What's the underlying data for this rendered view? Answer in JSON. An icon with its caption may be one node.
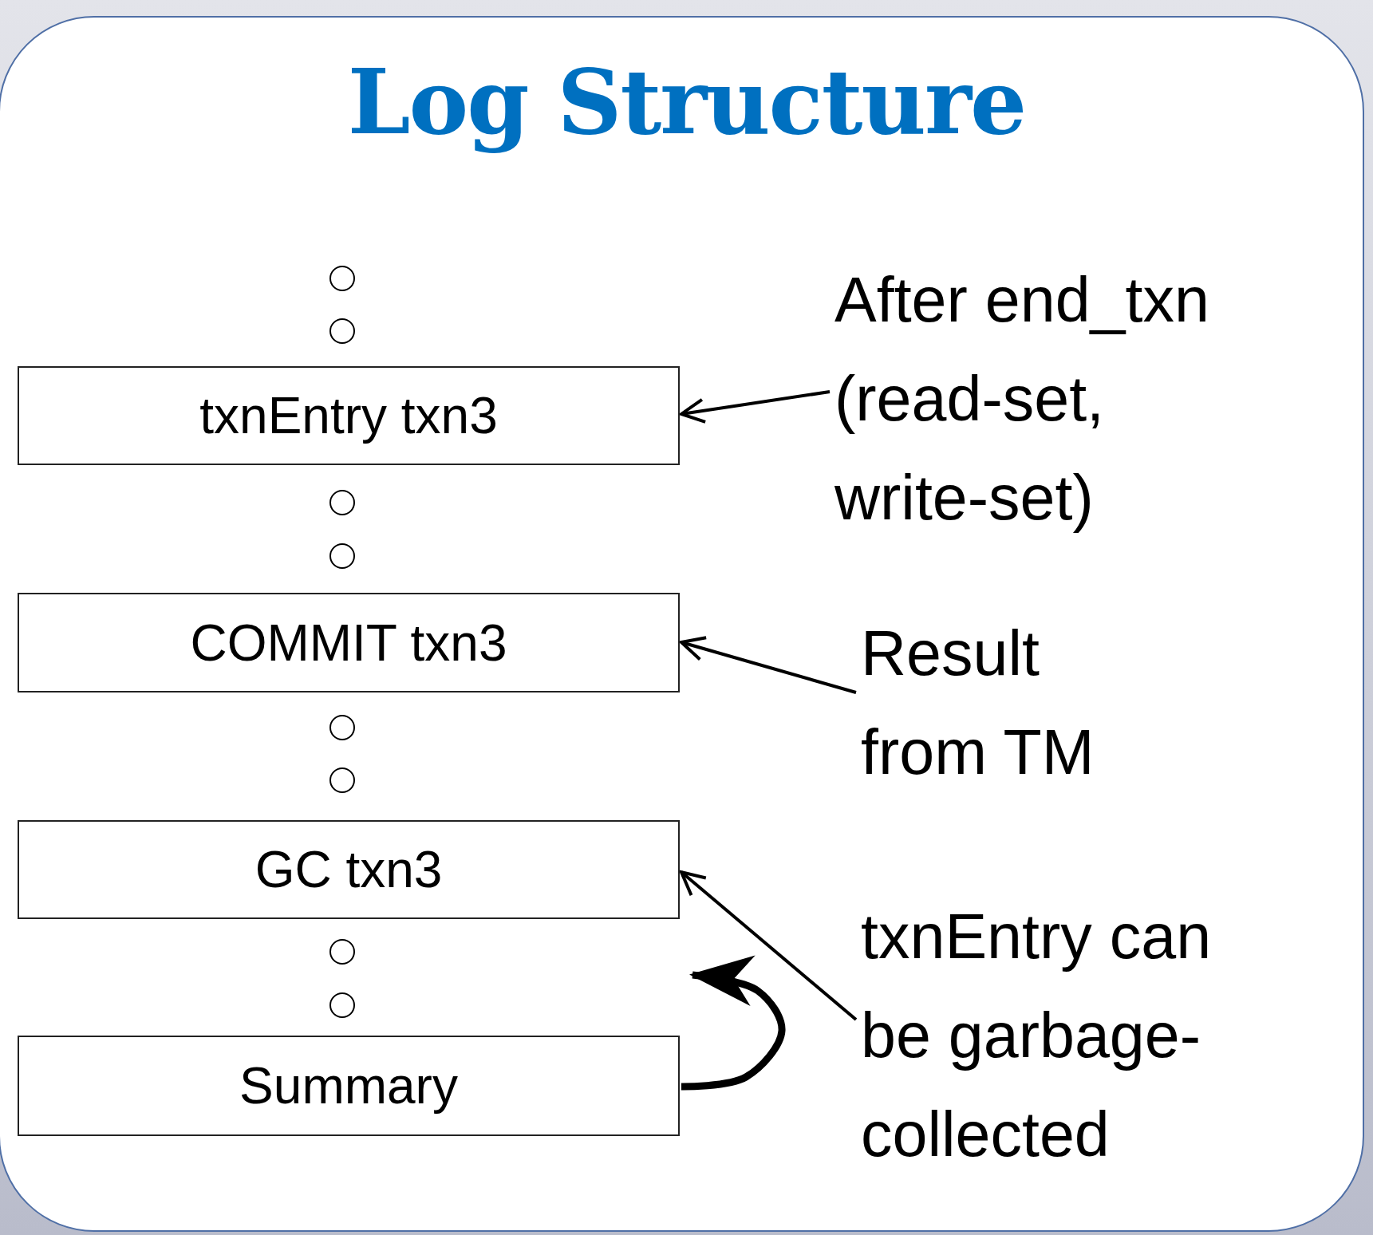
{
  "diagram": {
    "title": "Log Structure",
    "nodes": [
      {
        "text": [
          "txnEntry txn3"
        ]
      },
      {
        "text": [
          "COMMIT txn3"
        ]
      },
      {
        "text": [
          "GC txn3"
        ]
      },
      {
        "text": [
          "Summary"
        ]
      },
      {
        "text": [
          "After end_txn (read-set, write-set)"
        ]
      },
      {
        "text": [
          "Result from TM"
        ]
      },
      {
        "text": [
          "txnEntry can be garbage- collected"
        ]
      }
    ],
    "edges": [
      {
        "from": 4,
        "to": 0,
        "arrow": "to"
      },
      {
        "from": 5,
        "to": 1,
        "arrow": "to"
      },
      {
        "from": 6,
        "to": 2,
        "arrow": "to"
      },
      {
        "from": 3,
        "to": null,
        "arrow": "to",
        "style": "thick"
      }
    ]
  }
}
